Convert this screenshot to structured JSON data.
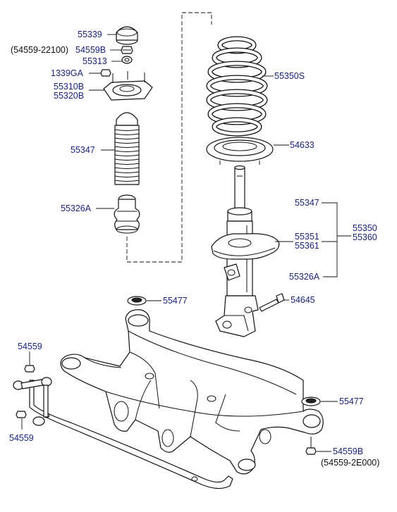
{
  "labels": {
    "p55339": "55339",
    "p54559b_note": "(54559-22100)",
    "p54559b_top": "54559B",
    "p55313": "55313",
    "p1339ga": "1339GA",
    "p55310b": "55310B",
    "p55320b": "55320B",
    "p55347_left": "55347",
    "p55326a_left": "55326A",
    "p55350s": "55350S",
    "p54633": "54633",
    "p55347_right": "55347",
    "p55351": "55351",
    "p55361": "55361",
    "p55326a_right": "55326A",
    "p55350": "55350",
    "p55360": "55360",
    "p54645": "54645",
    "p55477_top": "55477",
    "p55477_right": "55477",
    "p54559_top": "54559",
    "p54559_bottom": "54559",
    "p54559b_bottom": "54559B",
    "p54559b_bottom_note": "(54559-2E000)"
  }
}
